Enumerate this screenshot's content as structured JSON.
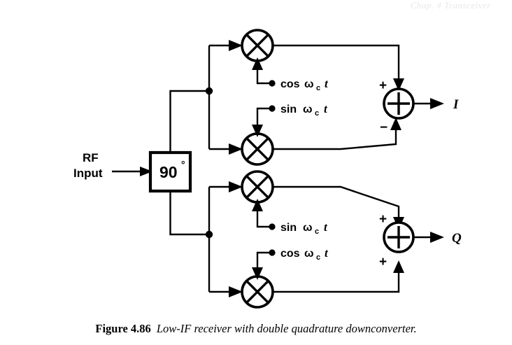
{
  "page": {
    "running_header": "Chap. 4   Transceiver",
    "background": "#ffffff",
    "ink_color": "#000000"
  },
  "caption": {
    "label": "Figure 4.86",
    "text": "Low-IF receiver with double quadrature downconverter."
  },
  "diagram": {
    "title": "Low-IF receiver with double quadrature downconverter",
    "input": {
      "label_line1": "RF",
      "label_line2": "Input",
      "arrow": "right-arrow-icon"
    },
    "phase_block": {
      "value": "90",
      "degree_mark": "°",
      "full_label": "90°"
    },
    "mixers": [
      {
        "id": "mixer-1",
        "symbol": "multiplier-cross-icon",
        "lo_label_fn": "cos",
        "lo_label_omega": "ω",
        "lo_label_sub": "c",
        "lo_label_t": "t",
        "lo_label_full": "cos ωc t",
        "lo_arrow_direction": "up",
        "output_sign": "+"
      },
      {
        "id": "mixer-2",
        "symbol": "multiplier-cross-icon",
        "lo_label_fn": "sin",
        "lo_label_omega": "ω",
        "lo_label_sub": "c",
        "lo_label_t": "t",
        "lo_label_full": "sin ωc t",
        "lo_arrow_direction": "down",
        "output_sign": "−"
      },
      {
        "id": "mixer-3",
        "symbol": "multiplier-cross-icon",
        "lo_label_fn": "sin",
        "lo_label_omega": "ω",
        "lo_label_sub": "c",
        "lo_label_t": "t",
        "lo_label_full": "sin ωc t",
        "lo_arrow_direction": "up",
        "output_sign": "+"
      },
      {
        "id": "mixer-4",
        "symbol": "multiplier-cross-icon",
        "lo_label_fn": "cos",
        "lo_label_omega": "ω",
        "lo_label_sub": "c",
        "lo_label_t": "t",
        "lo_label_full": "cos ωc t",
        "lo_arrow_direction": "down",
        "output_sign": "+"
      }
    ],
    "summers": [
      {
        "id": "summer-i",
        "symbol": "summing-junction-icon",
        "top_sign": "+",
        "bottom_sign": "−",
        "output_label": "I"
      },
      {
        "id": "summer-q",
        "symbol": "summing-junction-icon",
        "top_sign": "+",
        "bottom_sign": "+",
        "output_label": "Q"
      }
    ],
    "outputs": [
      {
        "label": "I"
      },
      {
        "label": "Q"
      }
    ]
  }
}
